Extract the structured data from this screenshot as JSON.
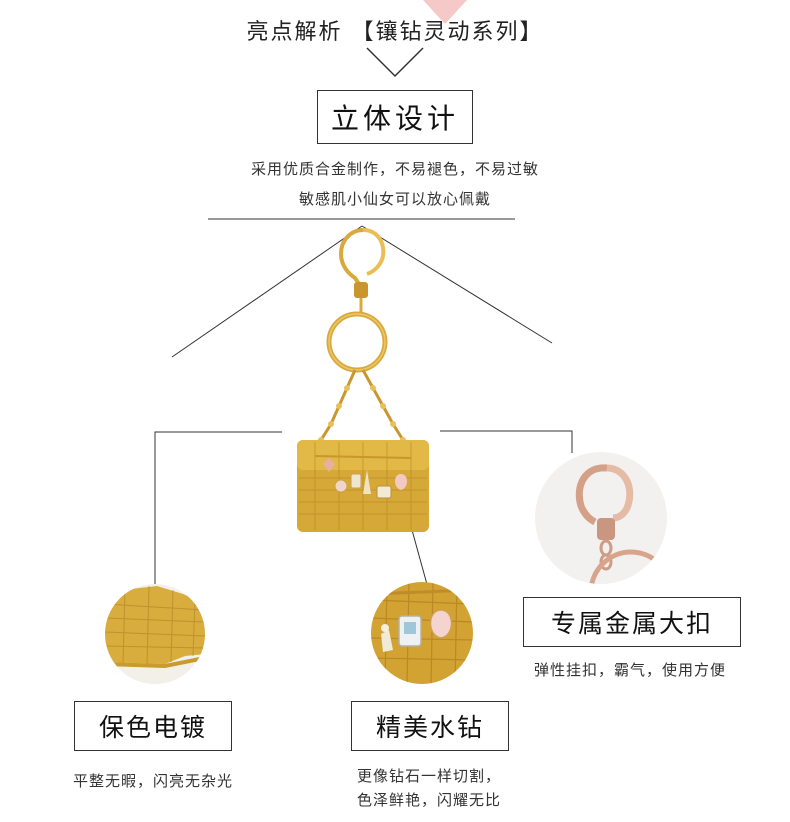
{
  "header": {
    "title": "亮点解析 【镶钻灵动系列】"
  },
  "main_feature": {
    "title": "立体设计",
    "desc_line1": "采用优质合金制作，不易褪色，不易过敏",
    "desc_line2": "敏感肌小仙女可以放心佩戴"
  },
  "features": [
    {
      "title": "保色电镀",
      "desc_lines": [
        "平整无暇，闪亮无杂光"
      ]
    },
    {
      "title": "精美水钻",
      "desc_lines": [
        "更像钻石一样切割，",
        "色泽鲜艳，闪耀无比"
      ]
    },
    {
      "title": "专属金属大扣",
      "desc_lines": [
        "弹性挂扣，霸气，使用方便"
      ]
    }
  ],
  "colors": {
    "gold": "#d9a93c",
    "bag_yellow": "#d9ad3a",
    "rose_gold": "#d8a58c",
    "accent_pink": "#f6c9c9"
  }
}
